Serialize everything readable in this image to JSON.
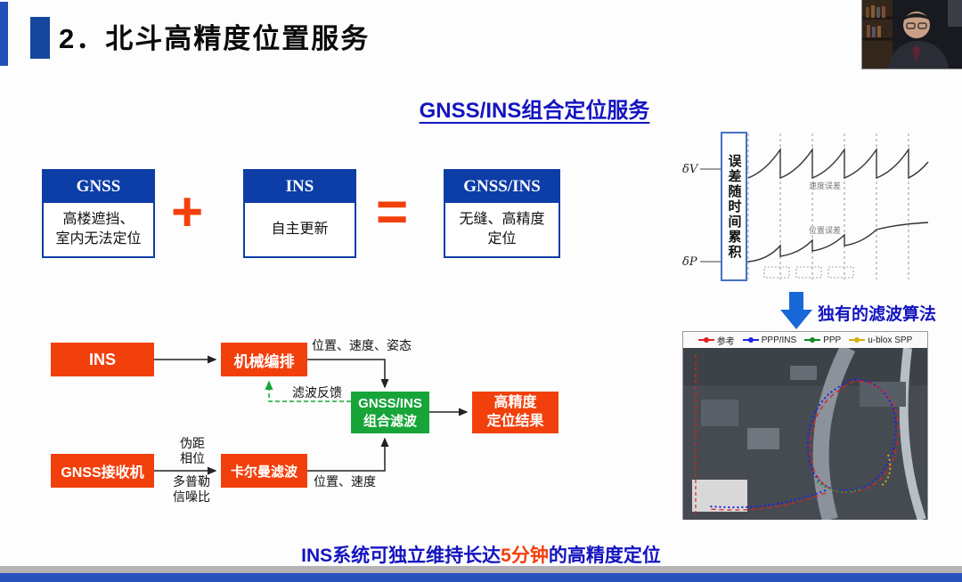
{
  "header": {
    "title": "2．北斗高精度位置服务"
  },
  "subtitle": "GNSS/INS组合定位服务",
  "equation": {
    "plus": "+",
    "equals": "=",
    "boxes": [
      {
        "header": "GNSS",
        "body": "高楼遮挡、\n室内无法定位"
      },
      {
        "header": "INS",
        "body": "自主更新"
      },
      {
        "header": "GNSS/INS",
        "body": "无缝、高精度\n定位"
      }
    ]
  },
  "error_chart": {
    "dv": "δV",
    "dp": "δP",
    "box_label": "误差随时间累积",
    "velocity_label": "速度误差",
    "position_label": "位置误差"
  },
  "filter_callout": "独有的滤波算法",
  "map": {
    "legend": [
      {
        "label": "参考",
        "color": "#e02020"
      },
      {
        "label": "PPP/INS",
        "color": "#2222e0"
      },
      {
        "label": "PPP",
        "color": "#118822"
      },
      {
        "label": "u-blox SPP",
        "color": "#d4b012"
      }
    ]
  },
  "flow": {
    "ins": "INS",
    "mech": "机械编排",
    "fusion": "GNSS/INS\n组合滤波",
    "result": "高精度\n定位结果",
    "gnss_rx": "GNSS接收机",
    "kalman": "卡尔曼滤波",
    "label_pva": "位置、速度、姿态",
    "label_feedback": "滤波反馈",
    "label_obs_top": "伪距\n相位",
    "label_obs_bottom": "多普勒\n信噪比",
    "label_pv": "位置、速度"
  },
  "footer": {
    "pre": "INS系统可独立维持长达",
    "highlight": "5分钟",
    "post": "的高精度定位"
  }
}
